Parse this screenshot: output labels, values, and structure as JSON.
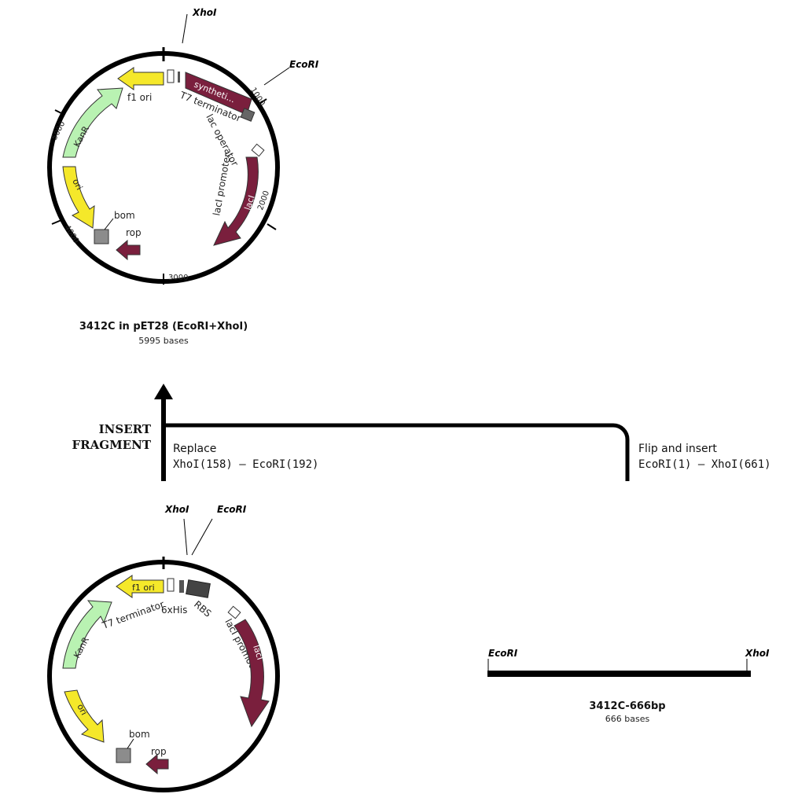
{
  "top_map": {
    "title": "3412C in pET28 (EcoRI+XhoI)",
    "subtitle": "5995 bases",
    "sites": {
      "xhoi": "XhoI",
      "ecori": "EcoRI"
    },
    "ticks": {
      "t1000": "1000",
      "t2000": "2000",
      "t3000": "3000",
      "t4000": "4000",
      "t5000": "5000"
    },
    "features": {
      "f1_ori": "f1 ori",
      "t7_terminator": "T7 terminator",
      "synthetic": "syntheti...",
      "lac_operator": "lac operator",
      "laci_promoter": "lacI promoter",
      "laci": "lacI",
      "kanr": "KanR",
      "ori": "ori",
      "bom": "bom",
      "rop": "rop"
    }
  },
  "operation": {
    "insert_fragment_line1": "INSERT",
    "insert_fragment_line2": "FRAGMENT",
    "replace_label": "Replace",
    "replace_range": "XhoI(158) — EcoRI(192)",
    "flip_label": "Flip and insert",
    "flip_range": "EcoRI(1) — XhoI(661)"
  },
  "bottom_map": {
    "sites": {
      "xhoi": "XhoI",
      "ecori": "EcoRI"
    },
    "features": {
      "f1_ori": "f1 ori",
      "t7_terminator": "T7 terminator",
      "his": "6xHis",
      "rbs": "RBS",
      "laci_promoter": "lacI promoter",
      "laci": "lacI",
      "kanr": "KanR",
      "ori": "ori",
      "bom": "bom",
      "rop": "rop"
    }
  },
  "fragment": {
    "left_site": "EcoRI",
    "right_site": "XhoI",
    "title": "3412C-666bp",
    "subtitle": "666 bases"
  },
  "colors": {
    "yellow": "#f5e82a",
    "green": "#b9f2b2",
    "maroon": "#7a1f3d",
    "gray": "#888888",
    "line": "#000000"
  }
}
